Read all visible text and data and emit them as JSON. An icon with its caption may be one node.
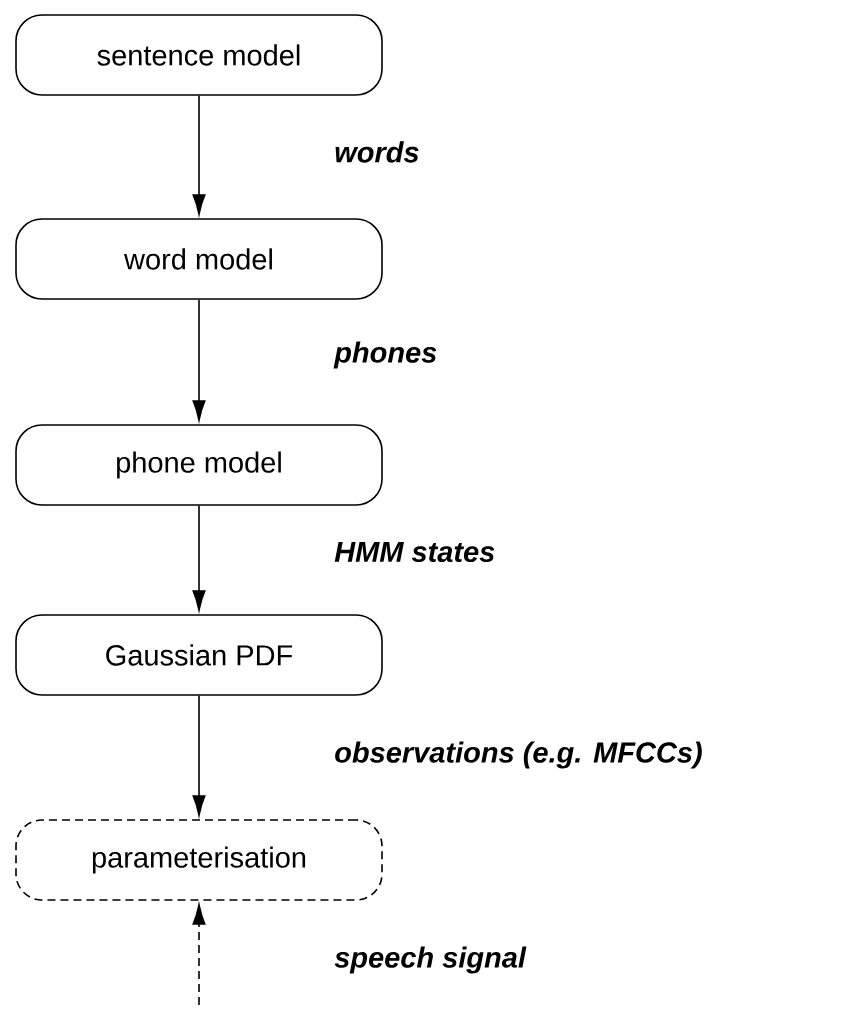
{
  "diagram": {
    "nodes": [
      {
        "text": [
          "sentence model"
        ]
      },
      {
        "text": [
          "word model"
        ]
      },
      {
        "text": [
          "phone model"
        ]
      },
      {
        "text": [
          "Gaussian PDF"
        ]
      },
      {
        "text": [
          "parameterisation"
        ]
      }
    ],
    "edges": [
      {
        "from": 0,
        "to": 1,
        "arrow": "to",
        "label": "words"
      },
      {
        "from": 1,
        "to": 2,
        "arrow": "to",
        "label": "phones"
      },
      {
        "from": 2,
        "to": 3,
        "arrow": "to",
        "label": "HMM states"
      },
      {
        "from": 3,
        "to": 4,
        "arrow": "to",
        "label": "observations (e.g. MFCCs)"
      },
      {
        "from": null,
        "to": 4,
        "arrow": "to",
        "label": "speech signal",
        "style": "dashed"
      }
    ]
  }
}
